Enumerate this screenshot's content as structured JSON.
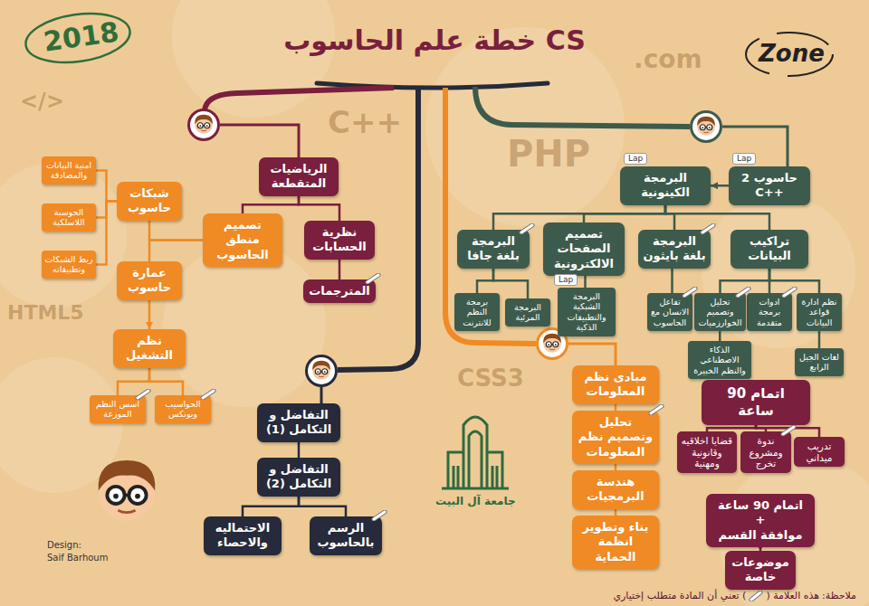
{
  "diagram": {
    "title": "خطة علم الحاسوب CS",
    "nodes": [
      {
        "text": [
          "حاسوب 2 C++"
        ]
      },
      {
        "text": [
          "البرمجة الكينونية"
        ]
      },
      {
        "text": [
          "تراكيب البيانات"
        ]
      },
      {
        "text": [
          "البرمجة بلغة بايثون"
        ]
      },
      {
        "text": [
          "تصميم الصفحات الالكترونية"
        ]
      },
      {
        "text": [
          "البرمجة بلغة جافا"
        ]
      },
      {
        "text": [
          "نظم ادارة قواعد البيانات"
        ]
      },
      {
        "text": [
          "ادوات برمجة متقدمة"
        ]
      },
      {
        "text": [
          "تحليل وتصميم الخوارزميات"
        ]
      },
      {
        "text": [
          "تفاعل الانسان مع الحاسوب"
        ]
      },
      {
        "text": [
          "البرمجة الشبكية والتطبيقات الذكية"
        ]
      },
      {
        "text": [
          "البرمجة المرئية"
        ]
      },
      {
        "text": [
          "برمجة النظم للانترنت"
        ]
      },
      {
        "text": [
          "لغات الجيل الرابع"
        ]
      },
      {
        "text": [
          "الذكاء الاصطناعي والنظم الخبيرة"
        ]
      },
      {
        "text": [
          "الرياضيات المتقطعة"
        ]
      },
      {
        "text": [
          "نظرية الحسابات"
        ]
      },
      {
        "text": [
          "المترجمات"
        ]
      },
      {
        "text": [
          "تصميم منطق الحاسوب"
        ]
      },
      {
        "text": [
          "شبكات حاسوب"
        ]
      },
      {
        "text": [
          "عمارة حاسوب"
        ]
      },
      {
        "text": [
          "امنية البيانات والمصادقة"
        ]
      },
      {
        "text": [
          "الحوسبة اللاسلكية"
        ]
      },
      {
        "text": [
          "ربط الشبكات وتطبيقاته"
        ]
      },
      {
        "text": [
          "نظم التشغيل"
        ]
      },
      {
        "text": [
          "الحواسيب ويونكس"
        ]
      },
      {
        "text": [
          "اسس النظم الموزعة"
        ]
      },
      {
        "text": [
          "التفاضل و التكامل (1)"
        ]
      },
      {
        "text": [
          "التفاضل و التكامل (2)"
        ]
      },
      {
        "text": [
          "الاحتماليه والاحصاء"
        ]
      },
      {
        "text": [
          "الرسم بالحاسوب"
        ]
      },
      {
        "text": [
          "مبادى نظم المعلومات"
        ]
      },
      {
        "text": [
          "تحليل وتصميم نظم المعلومات"
        ]
      },
      {
        "text": [
          "هندسة البرمجيات"
        ]
      },
      {
        "text": [
          "بناء وتطوير انظمة الحماية"
        ]
      },
      {
        "text": [
          "اتمام 90 ساعة"
        ]
      },
      {
        "text": [
          "تدريب ميداني"
        ]
      },
      {
        "text": [
          "ندوة ومشروع تخرج"
        ]
      },
      {
        "text": [
          "قضايا اخلاقيه وقانونية ومهنية"
        ]
      },
      {
        "text": [
          "اتمام 90 ساعة",
          "+",
          "موافقة القسم"
        ]
      },
      {
        "text": [
          "موضوعات خاصة"
        ]
      }
    ],
    "edges": [
      {
        "from": 0,
        "to": 1,
        "arrow": "to"
      },
      {
        "from": 1,
        "to": 2,
        "arrow": "none"
      },
      {
        "from": 1,
        "to": 3,
        "arrow": "none"
      },
      {
        "from": 1,
        "to": 4,
        "arrow": "none"
      },
      {
        "from": 1,
        "to": 5,
        "arrow": "none"
      },
      {
        "from": 2,
        "to": 6,
        "arrow": "none"
      },
      {
        "from": 2,
        "to": 7,
        "arrow": "none"
      },
      {
        "from": 2,
        "to": 8,
        "arrow": "none"
      },
      {
        "from": 3,
        "to": 9,
        "arrow": "none"
      },
      {
        "from": 4,
        "to": 10,
        "arrow": "none"
      },
      {
        "from": 5,
        "to": 11,
        "arrow": "none"
      },
      {
        "from": 5,
        "to": 12,
        "arrow": "none"
      },
      {
        "from": 6,
        "to": 13,
        "arrow": "none"
      },
      {
        "from": 8,
        "to": 14,
        "arrow": "none"
      },
      {
        "from": 15,
        "to": 16,
        "arrow": "none"
      },
      {
        "from": 16,
        "to": 17,
        "arrow": "none"
      },
      {
        "from": 15,
        "to": 18,
        "arrow": "none"
      },
      {
        "from": 18,
        "to": 19,
        "arrow": "none"
      },
      {
        "from": 18,
        "to": 20,
        "arrow": "none"
      },
      {
        "from": 19,
        "to": 21,
        "arrow": "none"
      },
      {
        "from": 19,
        "to": 22,
        "arrow": "none"
      },
      {
        "from": 19,
        "to": 23,
        "arrow": "none"
      },
      {
        "from": 20,
        "to": 24,
        "arrow": "to"
      },
      {
        "from": 24,
        "to": 25,
        "arrow": "none"
      },
      {
        "from": 24,
        "to": 26,
        "arrow": "none"
      },
      {
        "from": 27,
        "to": 28,
        "arrow": "none"
      },
      {
        "from": 28,
        "to": 29,
        "arrow": "none"
      },
      {
        "from": 28,
        "to": 30,
        "arrow": "none"
      },
      {
        "from": 31,
        "to": 32,
        "arrow": "none"
      },
      {
        "from": 32,
        "to": 33,
        "arrow": "none"
      },
      {
        "from": 33,
        "to": 34,
        "arrow": "none"
      },
      {
        "from": 35,
        "to": 36,
        "arrow": "none"
      },
      {
        "from": 35,
        "to": 37,
        "arrow": "none"
      },
      {
        "from": 35,
        "to": 38,
        "arrow": "none"
      },
      {
        "from": 39,
        "to": 40,
        "arrow": "to"
      }
    ],
    "labels": [
      "2018",
      "Zone",
      "C++",
      "PHP",
      "HTML5",
      "CSS3",
      ".com",
      "</>",
      "Lap",
      "Lap",
      "Lap",
      "جامعة آل البيت",
      "Design:",
      "Saif Barhoum",
      "ملاحظة:",
      "هذه العلامة (",
      ") تعني أن المادة متطلب إختياري"
    ]
  }
}
